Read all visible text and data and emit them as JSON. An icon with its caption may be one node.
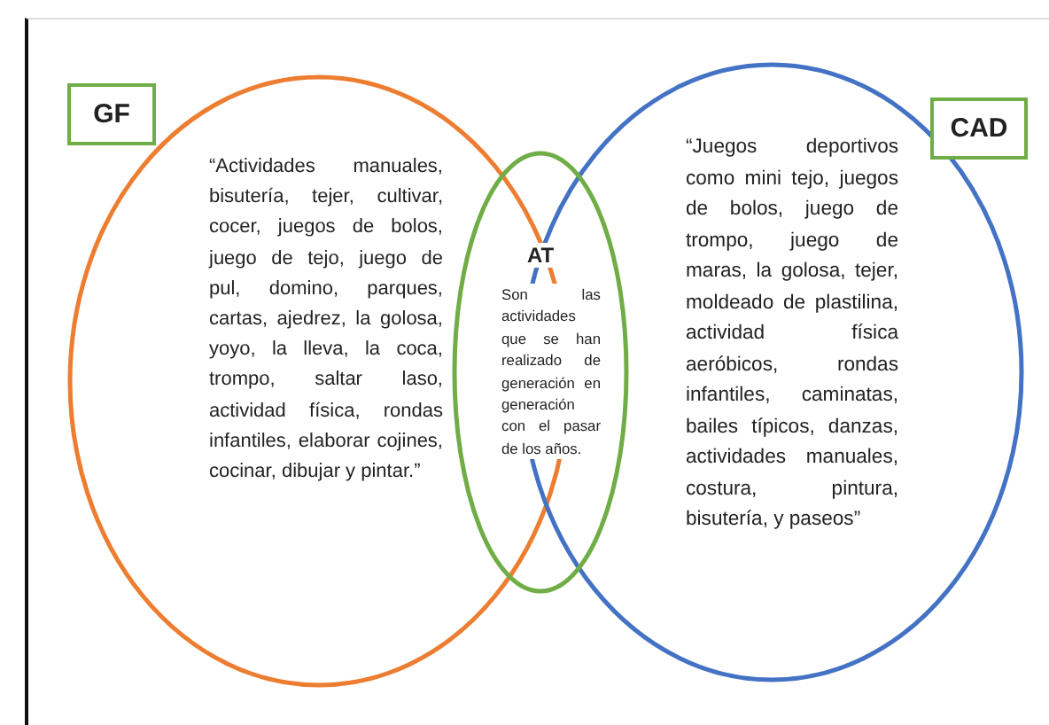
{
  "diagram": {
    "nodes": [
      {
        "text": [
          "GF"
        ]
      },
      {
        "text": [
          "“Actividades manuales, bisutería, tejer, cultivar, cocer, juegos de bolos, juego de tejo, juego de pul, domino, parques, cartas, ajedrez, la golosa, yoyo, la lleva, la coca, trompo, saltar laso, actividad física, rondas infantiles, elaborar cojines, cocinar, dibujar y pintar.”"
        ]
      },
      {
        "text": [
          "AT",
          "Son las actividades que se han realizado de generación en generación con el pasar de los años."
        ]
      },
      {
        "text": [
          "“Juegos deportivos como mini tejo, juegos de bolos, juego de trompo, juego de maras, la golosa, tejer, moldeado de plastilina, actividad física aeróbicos, rondas infantiles, caminatas, bailes típicos, danzas, actividades manuales, costura, pintura, bisutería, y paseos”"
        ]
      },
      {
        "text": [
          "CAD"
        ]
      }
    ]
  }
}
